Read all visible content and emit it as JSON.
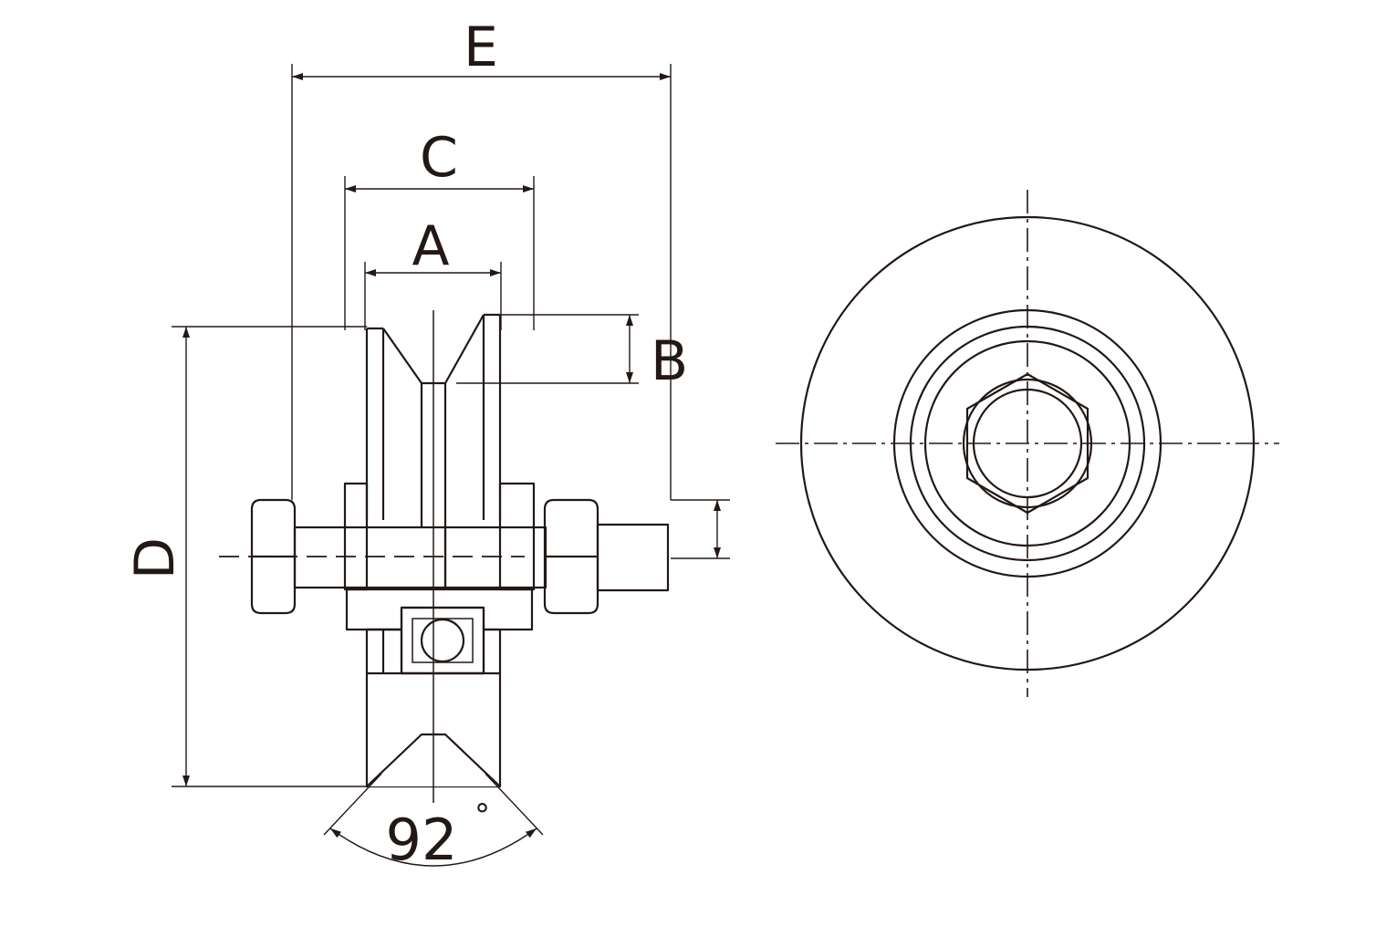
{
  "labels": {
    "E": "E",
    "C": "C",
    "A": "A",
    "B": "B",
    "D": "D",
    "angle": "92",
    "degree": "°"
  },
  "colors": {
    "ink": "#231815",
    "background": "#ffffff"
  }
}
